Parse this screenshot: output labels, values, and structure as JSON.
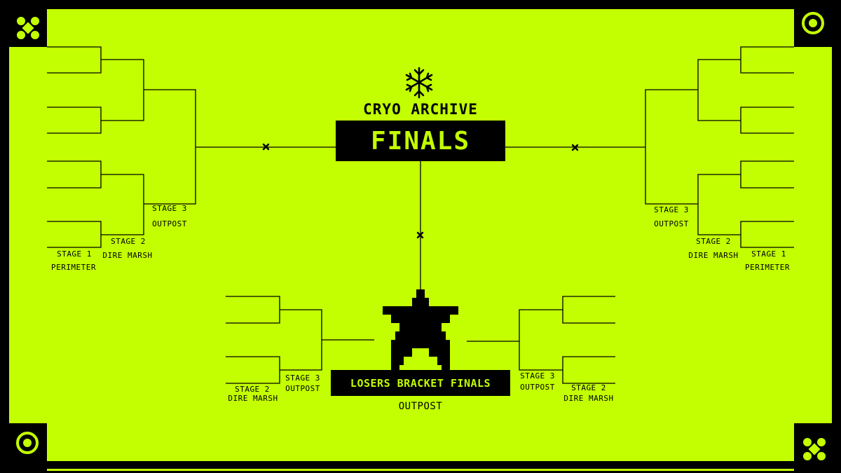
{
  "header": {
    "event_name": "CRYO ARCHIVE",
    "finals_label": "FINALS"
  },
  "losers": {
    "label": "LOSERS BRACKET FINALS",
    "location": "OUTPOST"
  },
  "left_bracket": {
    "stage1_title": "STAGE 1",
    "stage1_location": "PERIMETER",
    "stage2_title": "STAGE 2",
    "stage2_location": "DIRE MARSH",
    "stage3_title": "STAGE 3",
    "stage3_location": "OUTPOST"
  },
  "right_bracket": {
    "stage1_title": "STAGE 1",
    "stage1_location": "PERIMETER",
    "stage2_title": "STAGE 2",
    "stage2_location": "DIRE MARSH",
    "stage3_title": "STAGE 3",
    "stage3_location": "OUTPOST"
  },
  "lower_left_bracket": {
    "stage2_title": "STAGE 2",
    "stage2_location": "DIRE MARSH",
    "stage3_title": "STAGE 3",
    "stage3_location": "OUTPOST"
  },
  "lower_right_bracket": {
    "stage2_title": "STAGE 2",
    "stage2_location": "DIRE MARSH",
    "stage3_title": "STAGE 3",
    "stage3_location": "OUTPOST"
  },
  "icons": {
    "top_left": "x-flower-icon",
    "top_right": "target-ring-icon",
    "bottom_left": "target-ring-icon",
    "bottom_right": "x-flower-icon",
    "title": "snowflake-icon",
    "losers": "pixel-star-icon",
    "connector": "x-mark-icon"
  },
  "colors": {
    "background": "#C3FF00",
    "ink": "#000000"
  }
}
